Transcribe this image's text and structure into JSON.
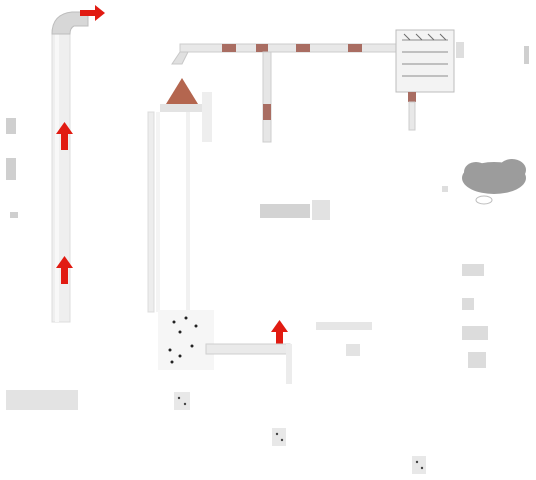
{
  "diagram": {
    "description_labels": [],
    "colors": {
      "pipe": "#e6e6e6",
      "pipe_edge": "#c8c8c8",
      "pipe_joint": "#a96d62",
      "arrow": "#e11b12",
      "cone": "#b4664f",
      "cloud": "#9c9c9c",
      "dots": "#222222"
    },
    "arrows": [
      {
        "id": "arrow-top-right",
        "direction": "right"
      },
      {
        "id": "arrow-left-upper",
        "direction": "up"
      },
      {
        "id": "arrow-left-lower",
        "direction": "up"
      },
      {
        "id": "arrow-bottom-middle",
        "direction": "up"
      }
    ],
    "icons": [
      "cyclone-cone-icon",
      "filter-unit-icon",
      "cloud-icon",
      "particle-dots-icon"
    ]
  }
}
